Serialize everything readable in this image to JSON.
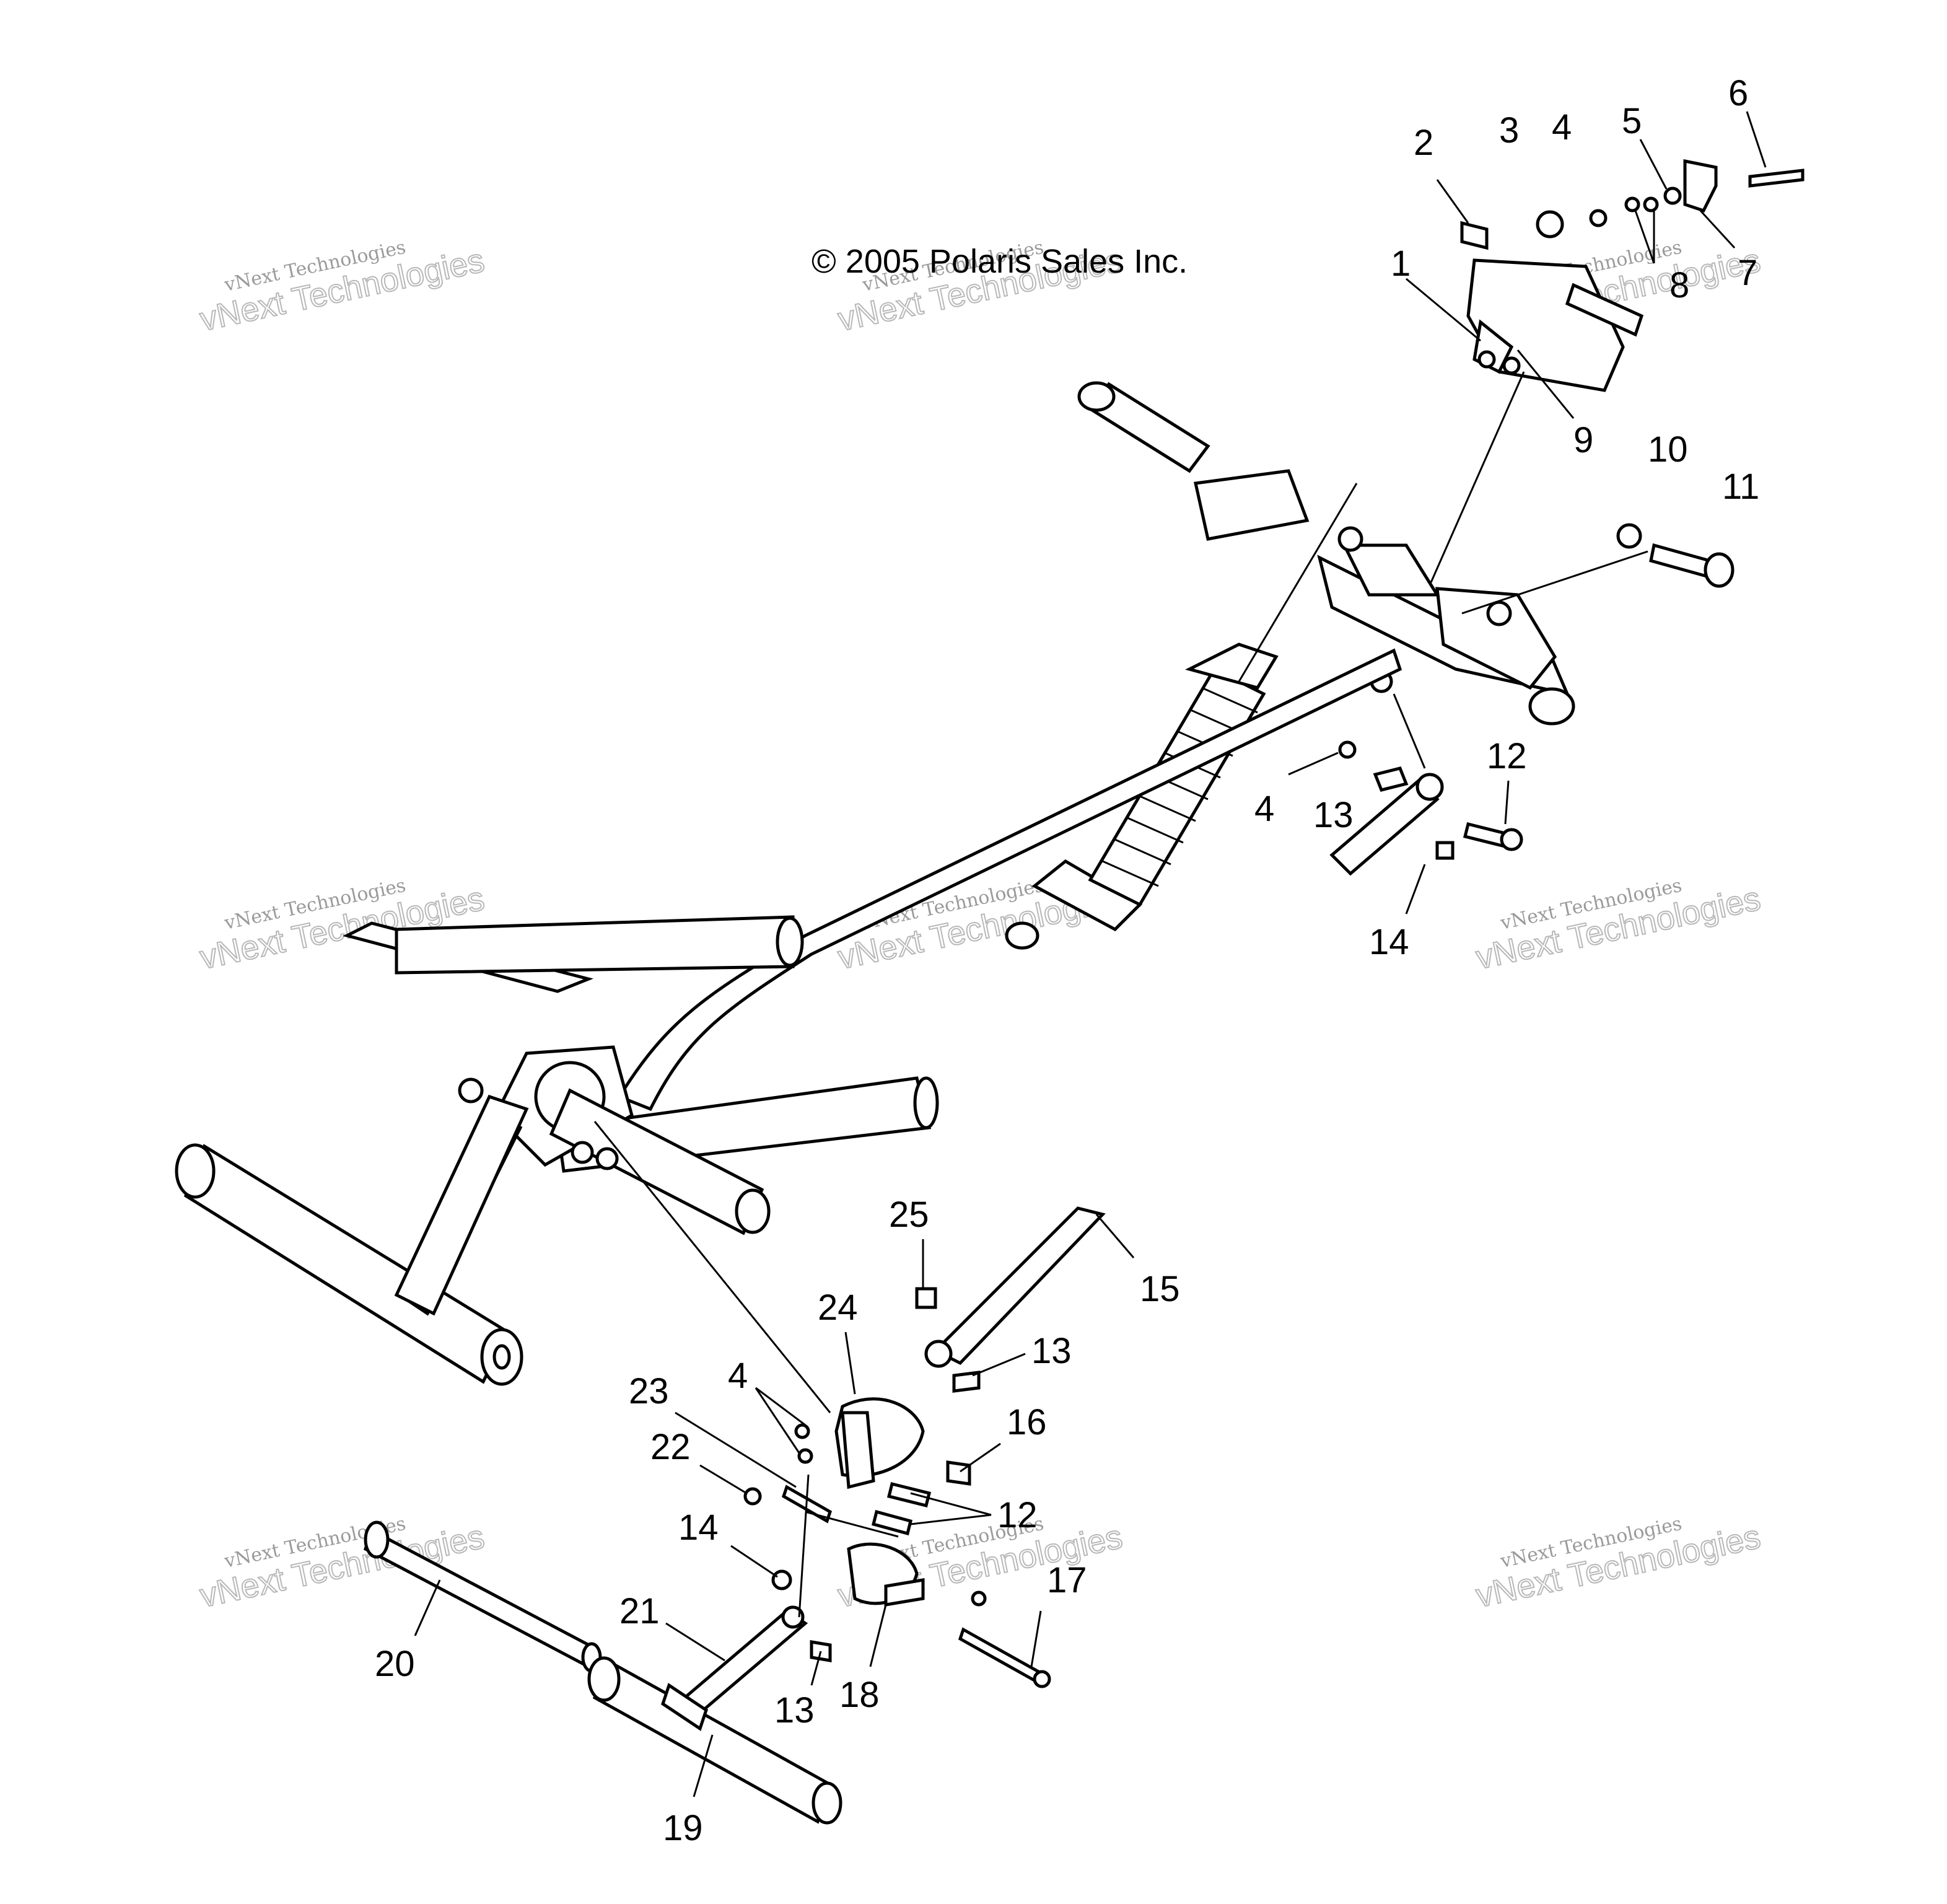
{
  "copyright": "© 2005 Polaris Sales Inc.",
  "watermark": {
    "line1": "vNext Technologies",
    "line2": "vNext Technologies"
  },
  "callouts": [
    {
      "id": "c1",
      "text": "1"
    },
    {
      "id": "c2",
      "text": "2"
    },
    {
      "id": "c3",
      "text": "3"
    },
    {
      "id": "c4a",
      "text": "4"
    },
    {
      "id": "c5",
      "text": "5"
    },
    {
      "id": "c6",
      "text": "6"
    },
    {
      "id": "c7",
      "text": "7"
    },
    {
      "id": "c8",
      "text": "8"
    },
    {
      "id": "c9",
      "text": "9"
    },
    {
      "id": "c10",
      "text": "10"
    },
    {
      "id": "c11",
      "text": "11"
    },
    {
      "id": "c4b",
      "text": "4"
    },
    {
      "id": "c13a",
      "text": "13"
    },
    {
      "id": "c12a",
      "text": "12"
    },
    {
      "id": "c14a",
      "text": "14"
    },
    {
      "id": "c25",
      "text": "25"
    },
    {
      "id": "c15",
      "text": "15"
    },
    {
      "id": "c24",
      "text": "24"
    },
    {
      "id": "c13b",
      "text": "13"
    },
    {
      "id": "c23",
      "text": "23"
    },
    {
      "id": "c4c",
      "text": "4"
    },
    {
      "id": "c22",
      "text": "22"
    },
    {
      "id": "c16",
      "text": "16"
    },
    {
      "id": "c12b",
      "text": "12"
    },
    {
      "id": "c14b",
      "text": "14"
    },
    {
      "id": "c17",
      "text": "17"
    },
    {
      "id": "c21",
      "text": "21"
    },
    {
      "id": "c20",
      "text": "20"
    },
    {
      "id": "c13c",
      "text": "13"
    },
    {
      "id": "c18",
      "text": "18"
    },
    {
      "id": "c19",
      "text": "19"
    }
  ]
}
